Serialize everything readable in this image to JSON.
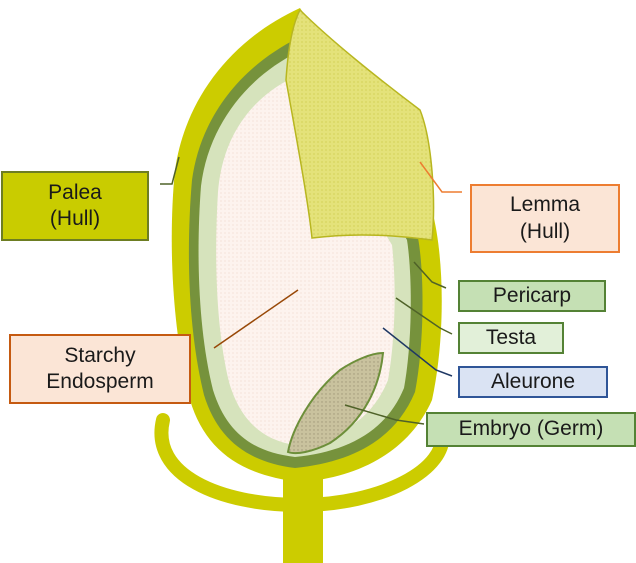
{
  "labels": {
    "palea": {
      "line1": "Palea",
      "line2": "(Hull)"
    },
    "lemma": {
      "line1": "Lemma",
      "line2": "(Hull)"
    },
    "starchy_endosperm": {
      "line1": "Starchy",
      "line2": "Endosperm"
    },
    "pericarp": {
      "text": "Pericarp"
    },
    "testa": {
      "text": "Testa"
    },
    "aleurone": {
      "text": "Aleurone"
    },
    "embryo": {
      "text": "Embryo (Germ)"
    }
  },
  "colors": {
    "hull_yellow": "#cccc00",
    "pericarp_green": "#76923c",
    "testa_green": "#d6e3bc",
    "endosperm": "#fbeee6",
    "embryo_fill": "#c4bd97",
    "lemma_fill": "#e0de6a"
  }
}
